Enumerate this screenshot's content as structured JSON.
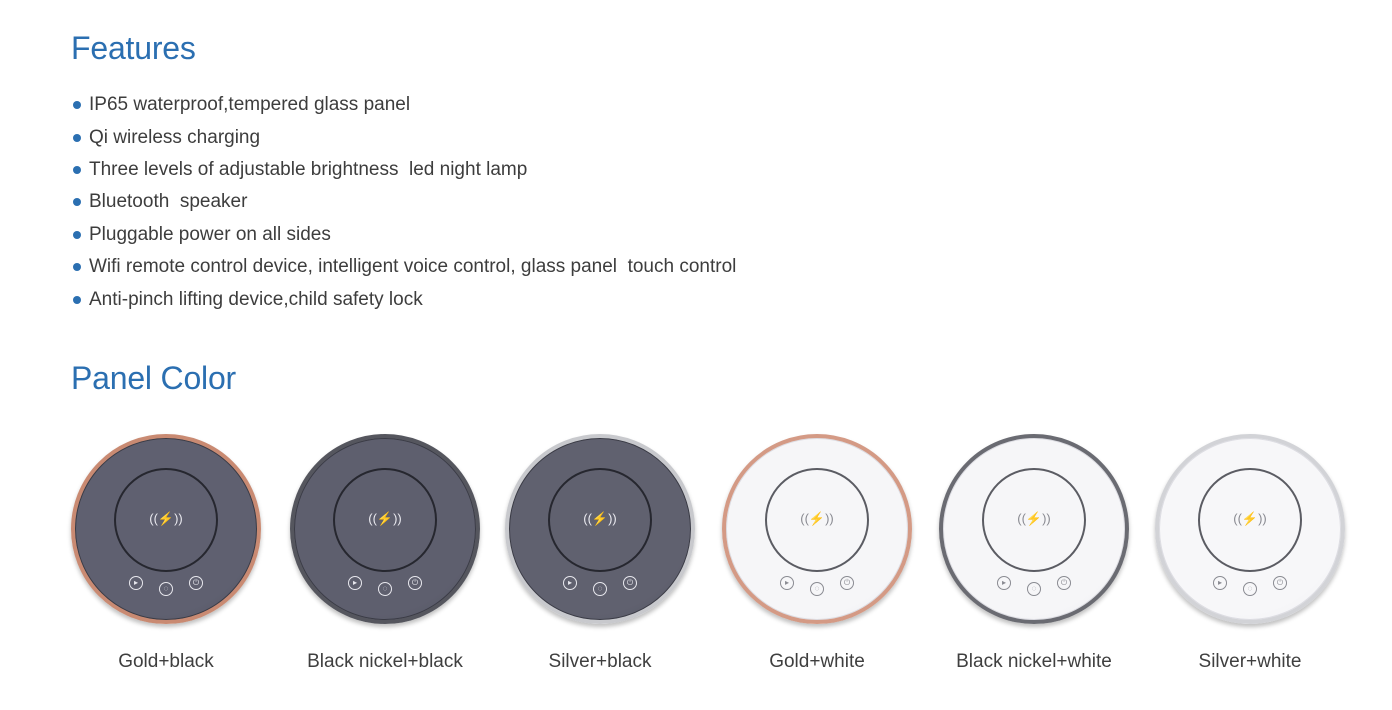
{
  "features": {
    "title": "Features",
    "items": [
      "IP65 waterproof,tempered glass panel",
      "Qi wireless charging",
      "Three levels of adjustable brightness  led night lamp",
      "Bluetooth  speaker",
      "Pluggable power on all sides",
      "Wifi remote control device, intelligent voice control, glass panel  touch control",
      "Anti-pinch lifting device,child safety lock"
    ],
    "bullet_color": "#2b6fb1"
  },
  "panel_color": {
    "title": "Panel Color",
    "wireless_icon_text": "((⚡))",
    "options": [
      {
        "label": "Gold+black",
        "rim": "#c98a72",
        "face": "#5f6070"
      },
      {
        "label": "Black nickel+black",
        "rim": "#55565e",
        "face": "#5e5f6e"
      },
      {
        "label": "Silver+black",
        "rim": "#c8c9cd",
        "face": "#60616f"
      },
      {
        "label": "Gold+white",
        "rim": "#d49a85",
        "face": "#f6f6f8"
      },
      {
        "label": "Black nickel+white",
        "rim": "#6a6b72",
        "face": "#f6f6f8"
      },
      {
        "label": "Silver+white",
        "rim": "#d2d3d7",
        "face": "#f7f7f9"
      }
    ]
  },
  "colors": {
    "heading": "#2b6fb1",
    "body_text": "#3d3d3d"
  }
}
